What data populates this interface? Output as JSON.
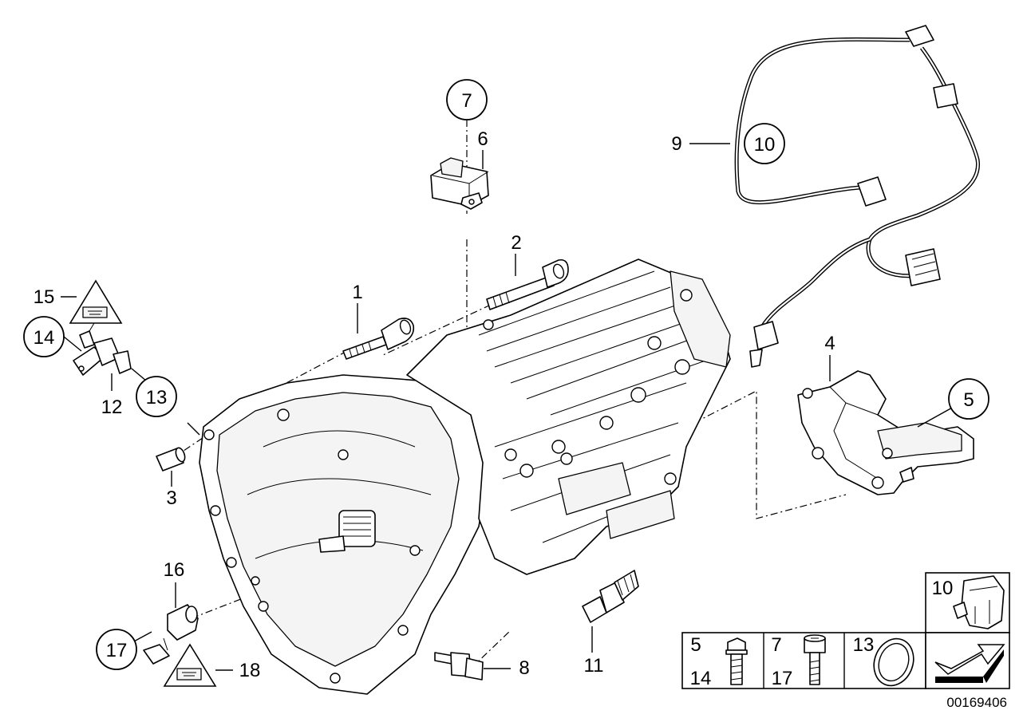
{
  "labels": {
    "p1": "1",
    "p2": "2",
    "p3": "3",
    "p4": "4",
    "p5": "5",
    "p6": "6",
    "p7": "7",
    "p8": "8",
    "p9": "9",
    "p10": "10",
    "p11": "11",
    "p12": "12",
    "p13": "13",
    "p14": "14",
    "p15": "15",
    "p16": "16",
    "p17": "17",
    "p18": "18"
  },
  "legend": {
    "cell1_top": "5",
    "cell1_bottom": "14",
    "cell2_top": "7",
    "cell2_bottom": "17",
    "cell3": "13",
    "inset": "10"
  },
  "diagram_id": "00169406"
}
